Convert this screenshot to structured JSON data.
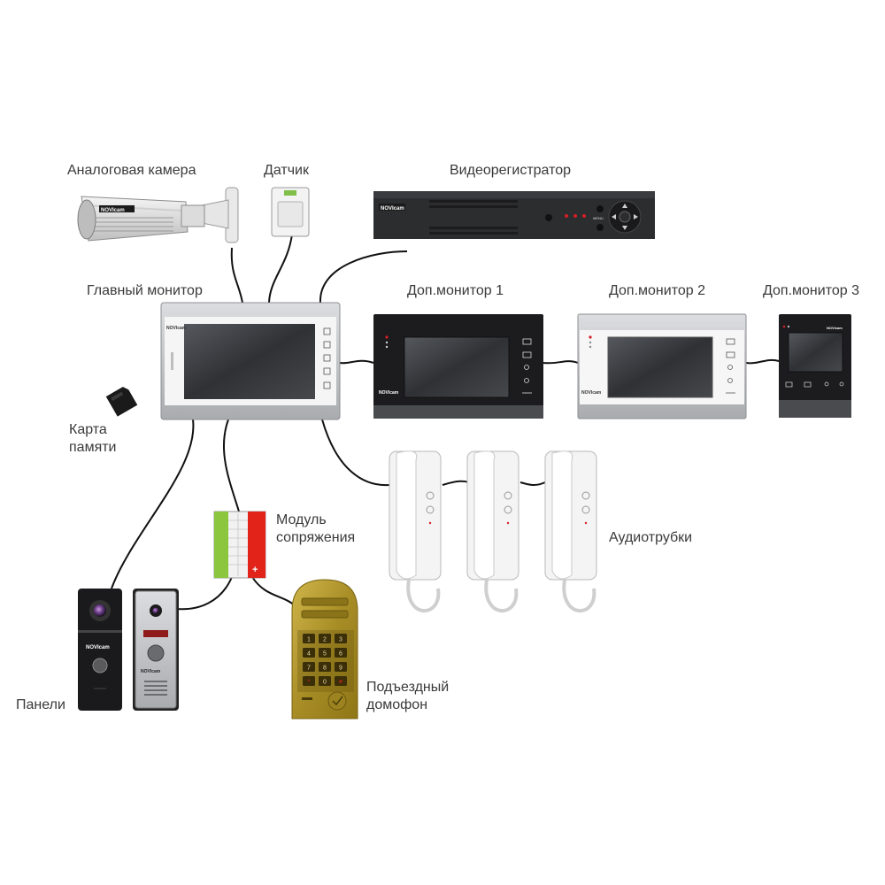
{
  "labels": {
    "camera": "Аналоговая камера",
    "sensor": "Датчик",
    "dvr": "Видеорегистратор",
    "main_monitor": "Главный монитор",
    "extra_monitor_1": "Доп.монитор 1",
    "extra_monitor_2": "Доп.монитор 2",
    "extra_monitor_3": "Доп.монитор 3",
    "memory_card_line1": "Карта",
    "memory_card_line2": "памяти",
    "module_line1": "Модуль",
    "module_line2": "сопряжения",
    "handsets": "Аудиотрубки",
    "panels": "Панели",
    "entrance_line1": "Подъездный",
    "entrance_line2": "домофон"
  },
  "brand": {
    "logo": "NOVIcam",
    "camera_logo": "NOVIcam"
  },
  "keypad": [
    "1",
    "2",
    "3",
    "4",
    "5",
    "6",
    "7",
    "8",
    "9",
    "*",
    "0",
    "#"
  ],
  "dvr_menu": "MENU",
  "colors": {
    "cable": "#111111",
    "label_text": "#3a3a3a",
    "monitor_white": "#f2f2f2",
    "monitor_silver": "#c9cacc",
    "monitor_black": "#1c1c1e",
    "screen": "#3a3c40",
    "brass": "#b59a2e",
    "module_green": "#8cc63f",
    "module_red": "#e2231a",
    "dvr_body": "#2c2d2f",
    "accent_red": "#d21f26"
  }
}
